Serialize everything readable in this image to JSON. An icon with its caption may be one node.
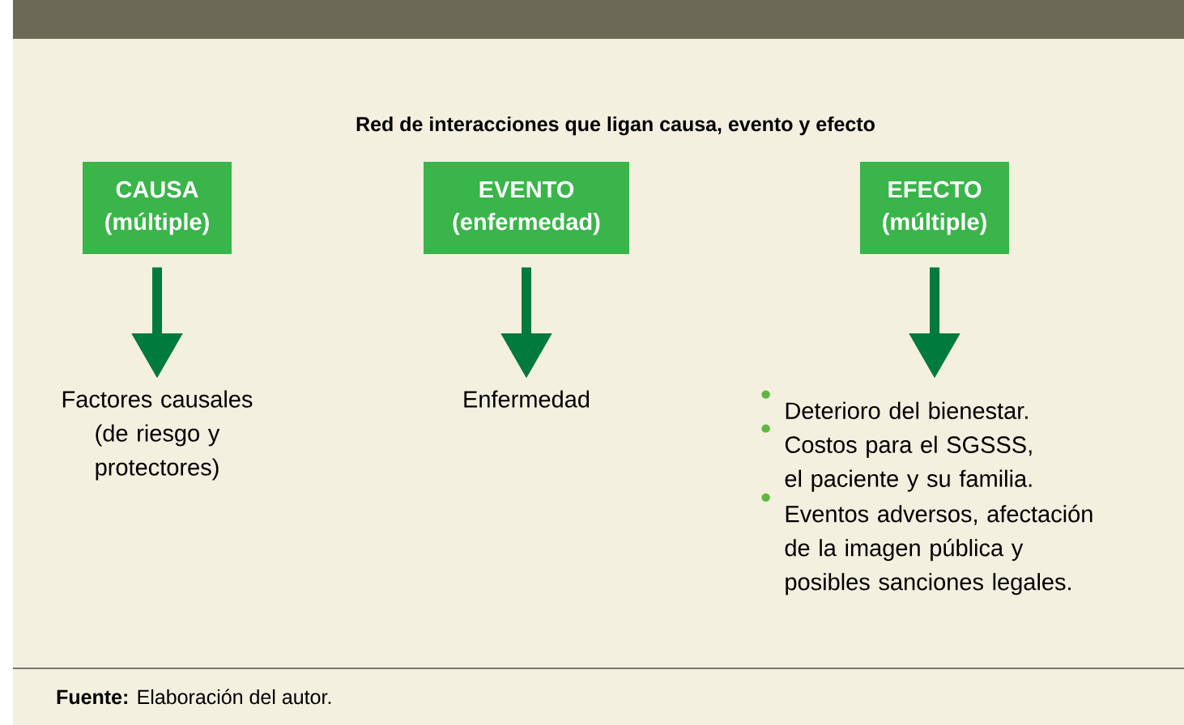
{
  "diagram": {
    "title": "Red de interacciones que ligan causa, evento y efecto",
    "nodes": [
      {
        "text": [
          "CAUSA (múltiple)"
        ]
      },
      {
        "text": [
          "EVENTO (enfermedad)"
        ]
      },
      {
        "text": [
          "EFECTO (múltiple)"
        ]
      },
      {
        "text": [
          "Factores causales (de riesgo y protectores)"
        ]
      },
      {
        "text": [
          "Enfermedad"
        ]
      },
      {
        "text": [
          "Deterioro del bienestar.",
          "Costos para el SGSSS, el paciente y su familia.",
          "Eventos adversos, afectación de la imagen pública y posibles sanciones legales."
        ]
      }
    ],
    "edges": [
      {
        "from": 0,
        "to": 3,
        "arrow": "to"
      },
      {
        "from": 1,
        "to": 4,
        "arrow": "to"
      },
      {
        "from": 2,
        "to": 5,
        "arrow": "to"
      }
    ],
    "caption": "**Fuente:** Elaboración del autor."
  }
}
